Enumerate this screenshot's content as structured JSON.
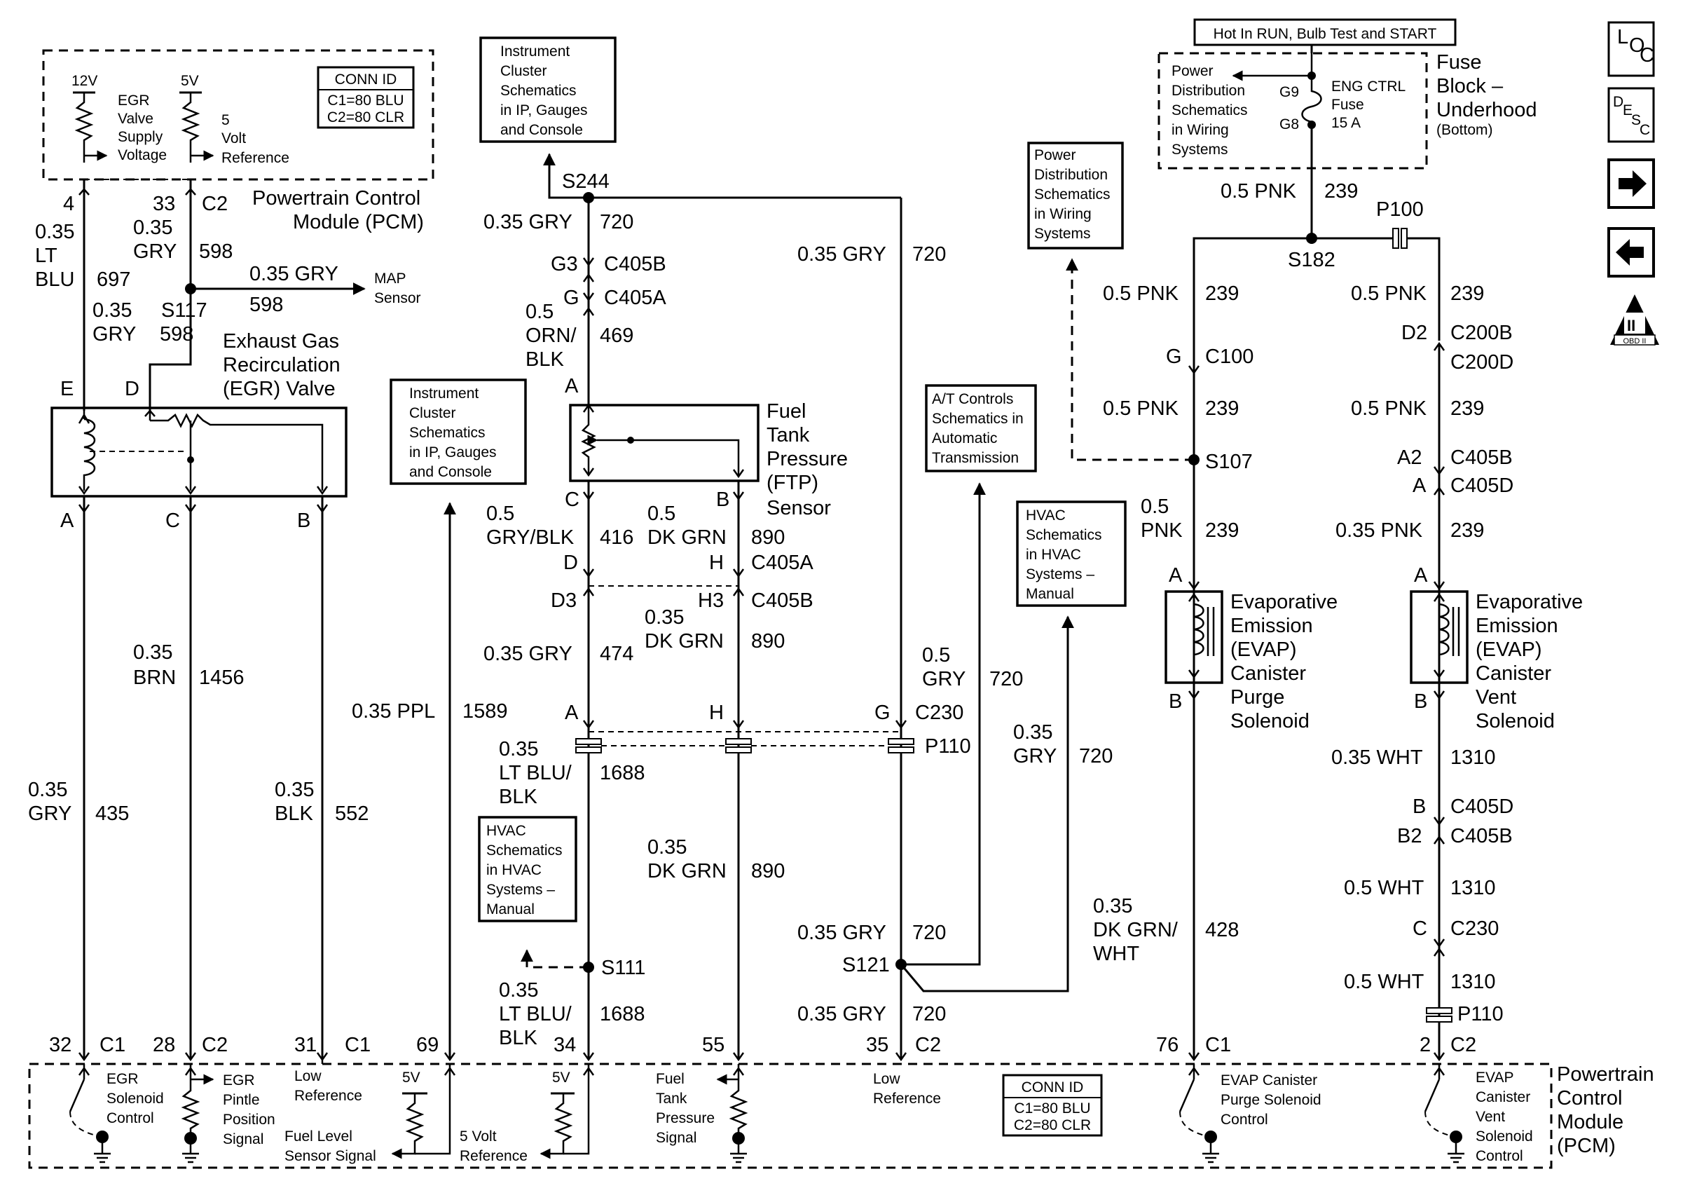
{
  "top_banner": "Hot In RUN, Bulb Test and START",
  "nav": {
    "loc": "LOC",
    "desc": "DESC",
    "next": "→",
    "prev": "←",
    "obd": "OBD II"
  },
  "fuse_block": {
    "title": [
      "Fuse",
      "Block –",
      "Underhood"
    ],
    "sub": "(Bottom)",
    "ref": [
      "Power",
      "Distribution",
      "Schematics",
      "in Wiring",
      "Systems"
    ],
    "g9": "G9",
    "g8": "G8",
    "fuse": [
      "ENG CTRL",
      "Fuse",
      "15 A"
    ]
  },
  "pcm_top": {
    "title": [
      "Powertrain Control",
      "Module (PCM)"
    ],
    "conn": [
      "CONN ID",
      "C1=80 BLU",
      "C2=80 CLR"
    ],
    "v12": "12V",
    "v5": "5V",
    "egr_supply": [
      "EGR",
      "Valve",
      "Supply",
      "Voltage"
    ],
    "five_ref": [
      "5",
      "Volt",
      "Reference"
    ],
    "pin4": "4",
    "pin33": "33",
    "c2": "C2"
  },
  "ref_boxes": {
    "inst1": [
      "Instrument",
      "Cluster",
      "Schematics",
      "in IP, Gauges",
      "and Console"
    ],
    "inst2": [
      "Instrument",
      "Cluster",
      "Schematics",
      "in IP, Gauges",
      "and Console"
    ],
    "pwr2": [
      "Power",
      "Distribution",
      "Schematics",
      "in Wiring",
      "Systems"
    ],
    "at": [
      "A/T Controls",
      "Schematics in",
      "Automatic",
      "Transmission"
    ],
    "hvac1": [
      "HVAC",
      "Schematics",
      "in HVAC",
      "Systems –",
      "Manual"
    ],
    "hvac2": [
      "HVAC",
      "Schematics",
      "in HVAC",
      "Systems –",
      "Manual"
    ]
  },
  "egr": {
    "title": [
      "Exhaust Gas",
      "Recirculation",
      "(EGR) Valve"
    ],
    "map": [
      "MAP",
      "Sensor"
    ],
    "labels": {
      "w697": [
        "0.35",
        "LT",
        "BLU",
        "697"
      ],
      "w598a": [
        "0.35",
        "GRY",
        "598"
      ],
      "w598b": [
        "0.35 GRY",
        "598"
      ],
      "w598c": [
        "0.35",
        "GRY",
        "598"
      ],
      "s117": "S117",
      "pinE": "E",
      "pinD": "D",
      "pinA": "A",
      "pinC": "C",
      "pinB": "B",
      "w435": [
        "0.35",
        "GRY",
        "435"
      ],
      "w1456": [
        "0.35",
        "BRN",
        "1456"
      ],
      "w552": [
        "0.35",
        "BLK",
        "552"
      ]
    }
  },
  "ftp": {
    "title": [
      "Fuel",
      "Tank",
      "Pressure",
      "(FTP)",
      "Sensor"
    ],
    "s244": "S244",
    "w720a": [
      "0.35 GRY",
      "720"
    ],
    "g3": "G3",
    "c405b": "C405B",
    "g": "G",
    "c405a": "C405A",
    "w469": [
      "0.5",
      "ORN/",
      "BLK",
      "469"
    ],
    "pinA": "A",
    "pinC": "C",
    "pinB": "B",
    "w416": [
      "0.5",
      "GRY/BLK",
      "416"
    ],
    "w890a": [
      "0.5",
      "DK GRN",
      "890"
    ],
    "d": "D",
    "h": "H",
    "c405a2": "C405A",
    "d3": "D3",
    "h3": "H3",
    "c405b2": "C405B",
    "w890b": [
      "0.35",
      "DK GRN",
      "890"
    ],
    "w474": [
      "0.35 GRY",
      "474"
    ],
    "w720b": [
      "0.35 GRY",
      "720"
    ],
    "w720c": [
      "0.5",
      "GRY",
      "720"
    ],
    "w1589": [
      "0.35 PPL",
      "1589"
    ],
    "a": "A",
    "h2": "H",
    "g2": "G",
    "c230": "C230",
    "p110": "P110",
    "w1688a": [
      "0.35",
      "LT BLU/",
      "BLK",
      "1688"
    ],
    "w890c": [
      "0.35",
      "DK GRN",
      "890"
    ],
    "w720d": [
      "0.35",
      "GRY",
      "720"
    ],
    "s111": "S111",
    "w1688b": [
      "0.35",
      "LT BLU/",
      "BLK",
      "1688"
    ],
    "w720e": [
      "0.35 GRY",
      "720"
    ],
    "s121": "S121",
    "w720f": [
      "0.35 GRY",
      "720"
    ]
  },
  "evap": {
    "w239a": [
      "0.5 PNK",
      "239"
    ],
    "p100": "P100",
    "s182": "S182",
    "w239b": [
      "0.5 PNK",
      "239"
    ],
    "w239c": [
      "0.5 PNK",
      "239"
    ],
    "g": "G",
    "c100": "C100",
    "d2": "D2",
    "c200b": "C200B",
    "c200d": "C200D",
    "w239d": [
      "0.5 PNK",
      "239"
    ],
    "w239e": [
      "0.5 PNK",
      "239"
    ],
    "s107": "S107",
    "a2": "A2",
    "c405b": "C405B",
    "a": "A",
    "c405d": "C405D",
    "w239f": [
      "0.5",
      "PNK",
      "239"
    ],
    "w239g": [
      "0.35 PNK",
      "239"
    ],
    "pinA1": "A",
    "pinA2": "A",
    "pinB1": "B",
    "pinB2": "B",
    "purge": [
      "Evaporative",
      "Emission",
      "(EVAP)",
      "Canister",
      "Purge",
      "Solenoid"
    ],
    "vent": [
      "Evaporative",
      "Emission",
      "(EVAP)",
      "Canister",
      "Vent",
      "Solenoid"
    ],
    "w1310a": [
      "0.35 WHT",
      "1310"
    ],
    "b": "B",
    "c405d2": "C405D",
    "b2": "B2",
    "c405b2": "C405B",
    "w1310b": [
      "0.5 WHT",
      "1310"
    ],
    "c": "C",
    "c230": "C230",
    "w1310c": [
      "0.5 WHT",
      "1310"
    ],
    "p110": "P110",
    "w428": [
      "0.35",
      "DK GRN/",
      "WHT",
      "428"
    ]
  },
  "pcm_bottom": {
    "pins": {
      "p32": "32",
      "c1a": "C1",
      "p28": "28",
      "c2a": "C2",
      "p31": "31",
      "c1b": "C1",
      "p69": "69",
      "p34": "34",
      "p55": "55",
      "p35": "35",
      "c2b": "C2",
      "p76": "76",
      "c1c": "C1",
      "p2": "2",
      "c2c": "C2"
    },
    "egr_sol": [
      "EGR",
      "Solenoid",
      "Control"
    ],
    "egr_pintle": [
      "EGR",
      "Pintle",
      "Position",
      "Signal"
    ],
    "low_ref1": [
      "Low",
      "Reference"
    ],
    "fuel_level": [
      "Fuel Level",
      "Sensor Signal"
    ],
    "v5a": "5V",
    "v5b": "5V",
    "five_ref": [
      "5 Volt",
      "Reference"
    ],
    "ftp_sig": [
      "Fuel",
      "Tank",
      "Pressure",
      "Signal"
    ],
    "low_ref2": [
      "Low",
      "Reference"
    ],
    "conn": [
      "CONN ID",
      "C1=80 BLU",
      "C2=80 CLR"
    ],
    "evap_purge": [
      "EVAP Canister",
      "Purge Solenoid",
      "Control"
    ],
    "evap_vent": [
      "EVAP",
      "Canister",
      "Vent",
      "Solenoid",
      "Control"
    ],
    "title": [
      "Powertrain",
      "Control",
      "Module",
      "(PCM)"
    ]
  }
}
